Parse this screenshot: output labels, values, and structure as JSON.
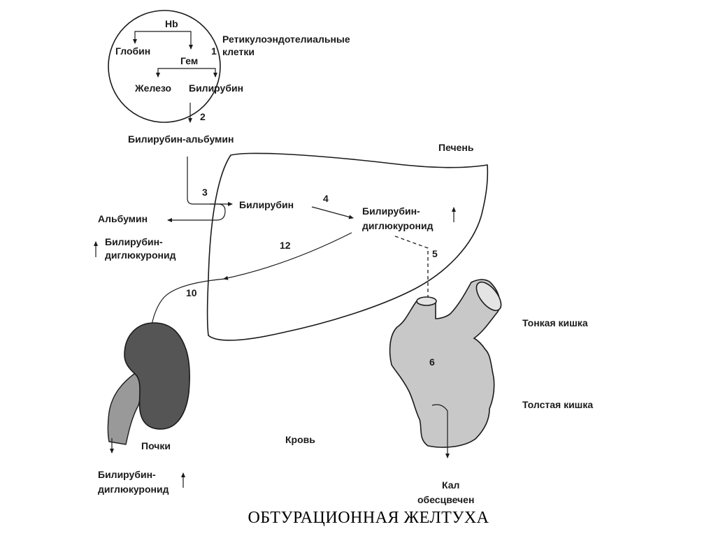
{
  "cell": {
    "hb": "Hb",
    "globin": "Глобин",
    "heme": "Гем",
    "iron": "Железо",
    "bilirubin": "Билирубин",
    "step1": "1",
    "title_line1": "Ретикулоэндотелиальные",
    "title_line2": "клетки"
  },
  "blood": {
    "step2": "2",
    "bilirubin_albumin": "Билирубин-альбумин",
    "albumin": "Альбумин",
    "conj_line1": "Билирубин-",
    "conj_line2": "диглюкуронид",
    "label": "Кровь"
  },
  "liver": {
    "label": "Печень",
    "step3": "3",
    "bilirubin": "Билирубин",
    "step4": "4",
    "conj_line1": "Билирубин-",
    "conj_line2": "диглюкуронид",
    "step12": "12",
    "step10": "10",
    "step5": "5"
  },
  "gut": {
    "small_intestine": "Тонкая кишка",
    "large_intestine": "Толстая кишка",
    "step6": "6",
    "stool_line1": "Кал",
    "stool_line2": "обесцвечен"
  },
  "kidney": {
    "label": "Почки",
    "conj_line1": "Билирубин-",
    "conj_line2": "диглюкуронид"
  },
  "caption": "ОБТУРАЦИОННАЯ ЖЕЛТУХА",
  "colors": {
    "ink": "#1a1a1a",
    "kidney_fill": "#555555",
    "ureter_fill": "#999999",
    "intestine_fill": "#c8c8c8"
  }
}
